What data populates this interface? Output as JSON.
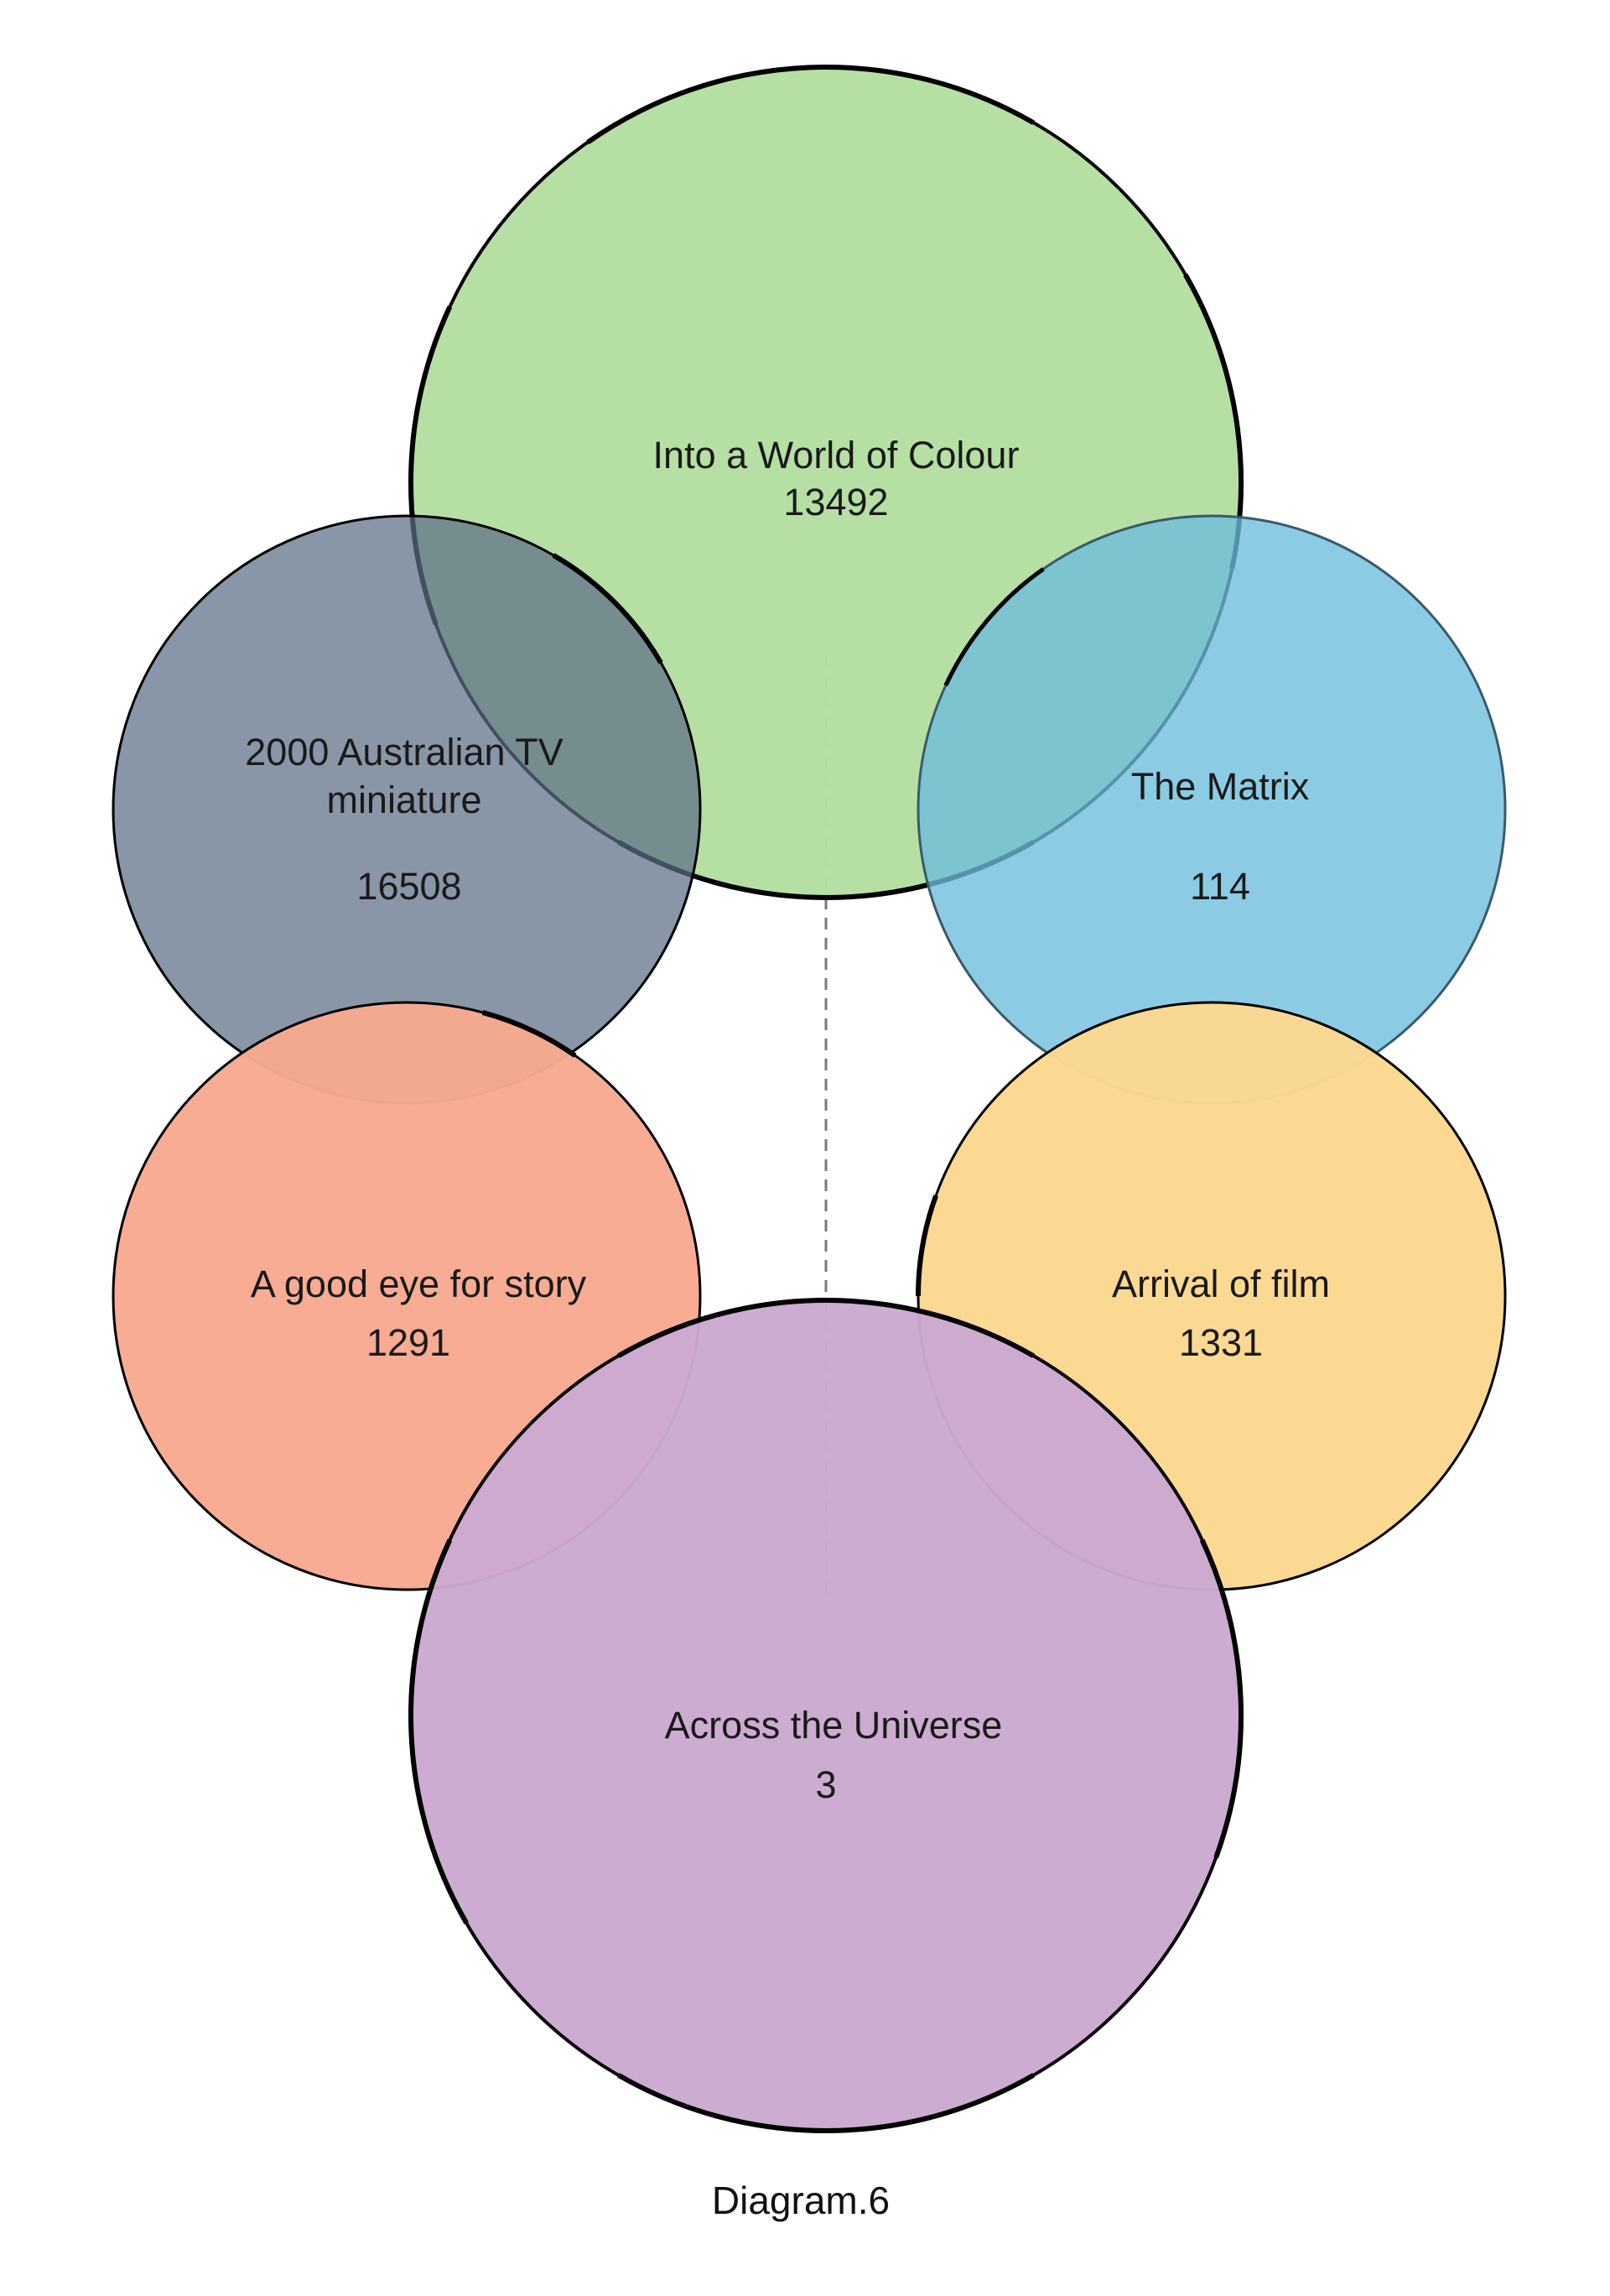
{
  "diagram": {
    "caption": "Diagram.6",
    "circles": [
      {
        "id": "top",
        "title_lines": [
          "Into a World of Colour"
        ],
        "value": "13492",
        "color": "#b4dea1",
        "stroke": "#000000"
      },
      {
        "id": "left-upper",
        "title_lines": [
          "2000 Australian TV",
          "miniature"
        ],
        "value": "16508",
        "color": "#5b6e86",
        "stroke": "#000000"
      },
      {
        "id": "right-upper",
        "title_lines": [
          "The Matrix"
        ],
        "value": "114",
        "color": "#6bbddd",
        "stroke": "#3a5a6a"
      },
      {
        "id": "left-lower",
        "title_lines": [
          "A good eye for story"
        ],
        "value": "1291",
        "color": "#f7a990",
        "stroke": "#000000"
      },
      {
        "id": "right-lower",
        "title_lines": [
          "Arrival of film"
        ],
        "value": "1331",
        "color": "#fcd88e",
        "stroke": "#000000"
      },
      {
        "id": "bottom",
        "title_lines": [
          "Across the Universe"
        ],
        "value": "3",
        "color": "#cba9cf",
        "stroke": "#000000"
      }
    ]
  }
}
